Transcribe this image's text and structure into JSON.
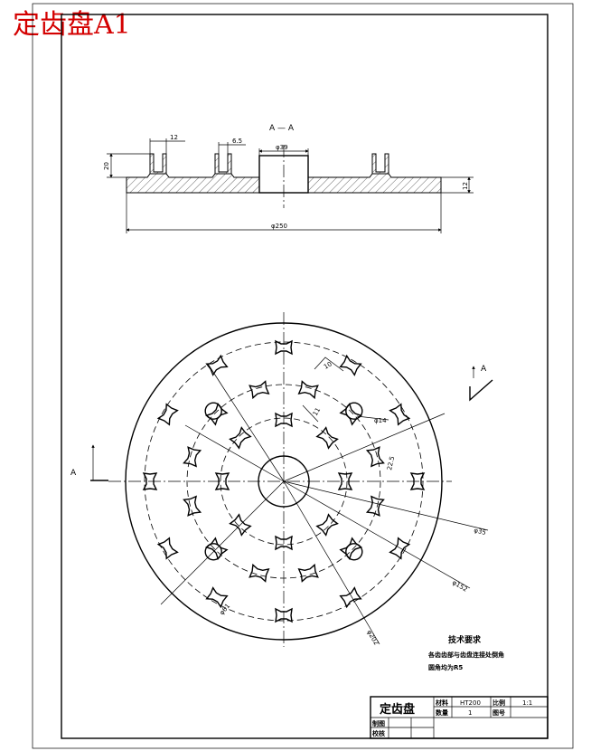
{
  "caption": "定齿盘A1",
  "section": {
    "title": "A — A",
    "dims": {
      "rib_width": "12",
      "rib_gap": "6.5",
      "rib_height": "20",
      "hub_bore": "φ39",
      "plate_thickness": "12",
      "outer_diameter": "φ250"
    }
  },
  "plan": {
    "view_label_left": "A",
    "view_label_right": "A",
    "dims": {
      "slot_width": "10",
      "slot_depth": "11",
      "hole": "φ14",
      "r1": "22.5",
      "r2": "φ35",
      "r3": "φ152",
      "r4": "φ202",
      "r5": "φ61"
    }
  },
  "notes": {
    "heading": "技术要求",
    "lines": [
      "各齿齿部与齿盘连接处倒角",
      "圆角均为R5"
    ]
  },
  "title_block": {
    "name": "定齿盘",
    "material_label": "材料",
    "material": "HT200",
    "scale_label": "比例",
    "scale": "1:1",
    "qty_label": "数量",
    "qty": "1",
    "drawing_no_label": "图号",
    "drawing_no": "",
    "drawn_label": "制图",
    "checked_label": "校核"
  }
}
